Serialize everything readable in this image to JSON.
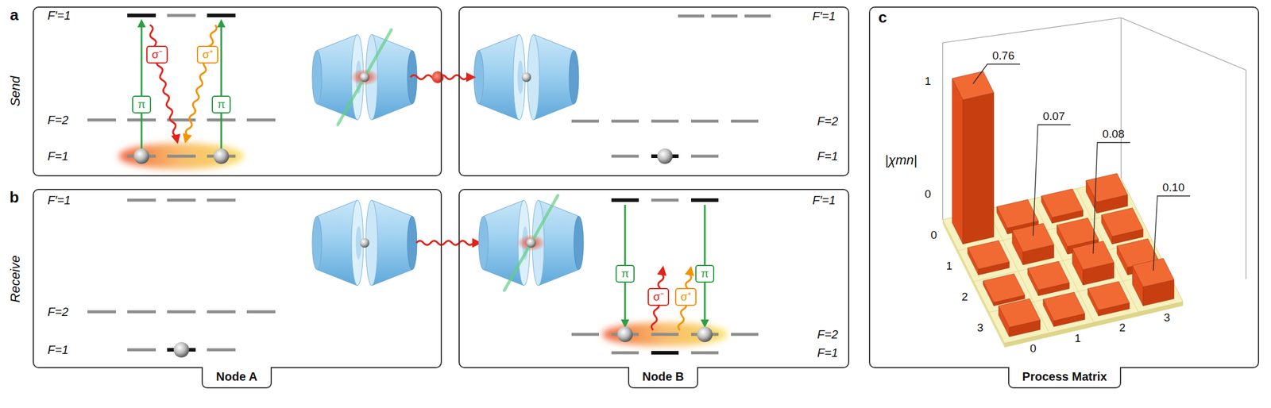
{
  "diagram": {
    "nodes": [
      {
        "text": [
          "F′=1",
          "F=2",
          "F=1"
        ]
      },
      {
        "text": [
          "σ⁻"
        ],
        "in": 0
      },
      {
        "text": [
          "σ⁺"
        ],
        "in": 0
      },
      {
        "text": [
          "π"
        ],
        "in": 0
      },
      {
        "text": [
          "π"
        ],
        "in": 0
      },
      {
        "text": [
          "F′=1",
          "F=2",
          "F=1"
        ]
      },
      {
        "text": [
          "|χmn|"
        ]
      },
      {
        "text": [
          "F′=1",
          "F=2",
          "F=1"
        ]
      },
      {
        "text": [
          "F′=1",
          "F=2",
          "F=1"
        ]
      },
      {
        "text": [
          "π"
        ],
        "in": 8
      },
      {
        "text": [
          "σ⁻"
        ],
        "in": 8
      },
      {
        "text": [
          "σ⁺"
        ],
        "in": 8
      },
      {
        "text": [
          "π"
        ],
        "in": 8
      },
      {
        "text": [
          "Node A"
        ]
      },
      {
        "text": [
          "Node B"
        ]
      },
      {
        "text": [
          "Process Matrix"
        ]
      }
    ],
    "labels": [
      "a",
      "b",
      "c",
      "Send",
      "Receive",
      "1",
      "0",
      "0",
      "1",
      "2",
      "3",
      "0",
      "1",
      "2",
      "3",
      "0.76",
      "0.07",
      "0.08",
      "0.10"
    ]
  }
}
